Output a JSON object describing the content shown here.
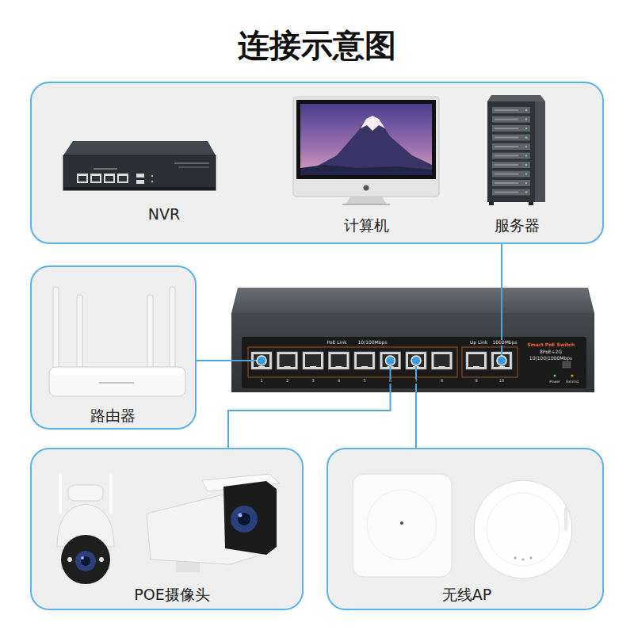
{
  "diagram": {
    "title": "连接示意图",
    "nodes": [
      {
        "text": [
          "NVR",
          "计算机",
          "服务器"
        ]
      },
      {
        "text": [
          "路由器"
        ]
      },
      {
        "text": [
          "PoE Link",
          "10/100Mbps",
          "Up Link",
          "1000Mbps",
          "Smart PoE Switch",
          "8PoE+2G",
          "10|100|1000Mbps"
        ]
      },
      {
        "text": [
          "POE摄像头"
        ]
      },
      {
        "text": [
          "无线AP"
        ]
      }
    ],
    "edges": [
      {
        "from": 1,
        "to": 2,
        "arrow": "none"
      },
      {
        "from": 2,
        "to": 0,
        "arrow": "none"
      },
      {
        "from": 2,
        "to": 3,
        "arrow": "none"
      },
      {
        "from": 2,
        "to": 4,
        "arrow": "none"
      }
    ],
    "labels": [
      "1",
      "2",
      "3",
      "4",
      "5",
      "6",
      "7",
      "8",
      "9",
      "10",
      "Power",
      "Extend"
    ]
  }
}
